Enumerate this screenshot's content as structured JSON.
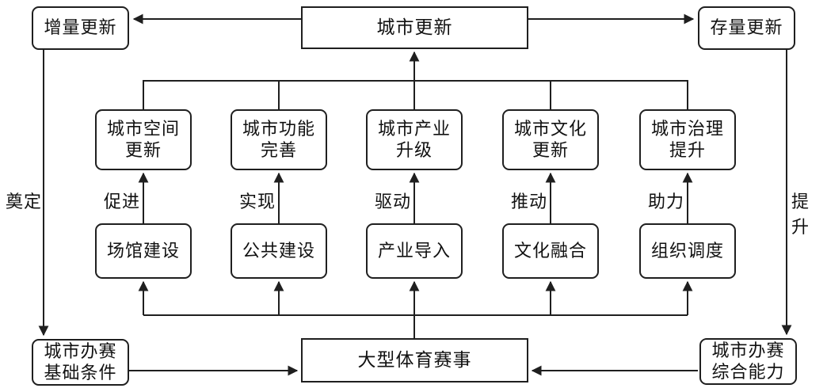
{
  "diagram": {
    "nodes": {
      "urban_renewal": "城市更新",
      "incremental_renewal": "增量更新",
      "stock_renewal": "存量更新",
      "sports_event": "大型体育赛事",
      "hosting_basic_conditions": {
        "line1": "城市办赛",
        "line2": "基础条件"
      },
      "hosting_comprehensive_capability": {
        "line1": "城市办赛",
        "line2": "综合能力"
      }
    },
    "middle_row": [
      {
        "line1": "城市空间",
        "line2": "更新"
      },
      {
        "line1": "城市功能",
        "line2": "完善"
      },
      {
        "line1": "城市产业",
        "line2": "升级"
      },
      {
        "line1": "城市文化",
        "line2": "更新"
      },
      {
        "line1": "城市治理",
        "line2": "提升"
      }
    ],
    "lower_row": [
      "场馆建设",
      "公共建设",
      "产业导入",
      "文化融合",
      "组织调度"
    ],
    "edge_labels": {
      "columns": [
        "促进",
        "实现",
        "驱动",
        "推动",
        "助力"
      ],
      "left": "奠定",
      "right": "提升"
    },
    "colors": {
      "line": "#1f1f1f",
      "text": "#111111",
      "background": "#ffffff"
    }
  }
}
